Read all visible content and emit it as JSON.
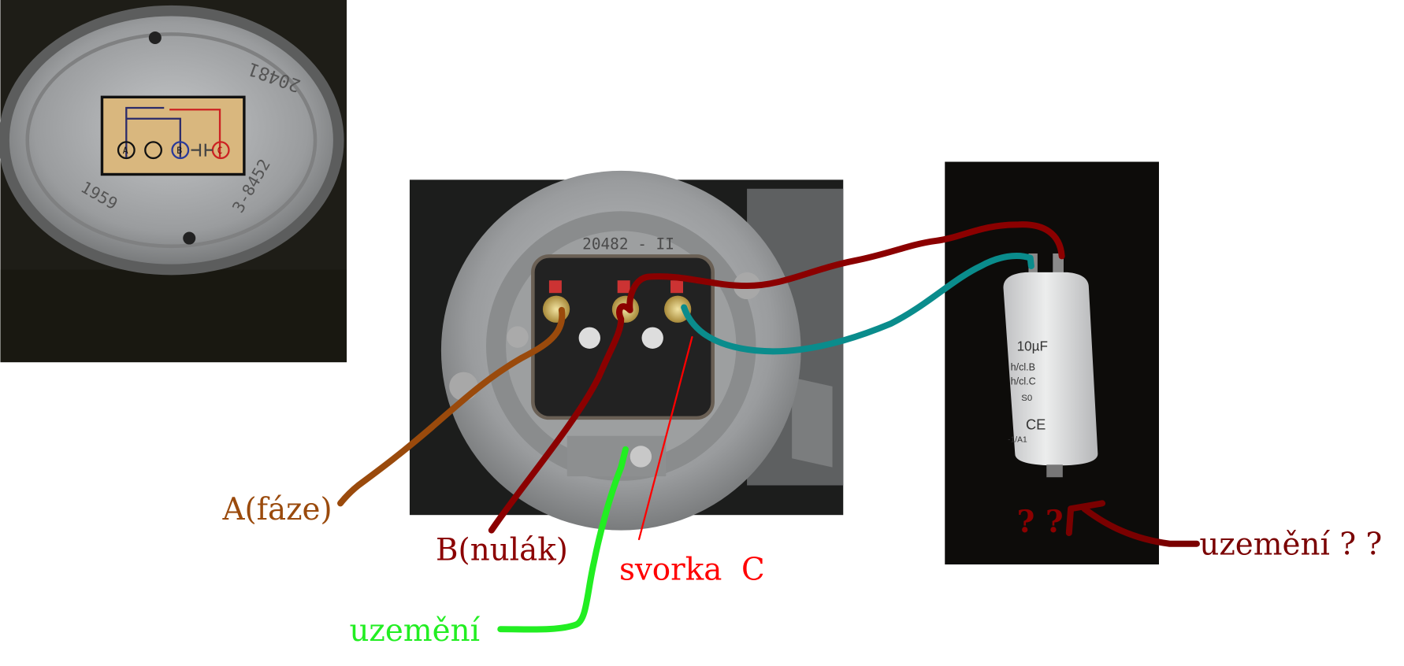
{
  "photos": {
    "cover_plate": {
      "stamp_top": "20481",
      "year": "1959",
      "stamp_bottom": "3-8452",
      "diagram_terminals": [
        "A",
        "B",
        "C"
      ]
    },
    "terminal_box": {
      "stamp": "20482 - II"
    },
    "capacitor": {
      "lines": [
        "10µF",
        "h/cl.B",
        "h/cl.C",
        "S0",
        "CE",
        "-1/A1"
      ]
    }
  },
  "labels": {
    "phase": "A(fáze)",
    "neutral": "B(nulák)",
    "terminal_c": "svorka  C",
    "ground": "uzemění",
    "cap_question": "? ?",
    "cap_ground": "uzemění ? ?"
  },
  "colors": {
    "phase": "#9a4a0c",
    "neutral": "#8b0000",
    "terminal_c": "#ff0000",
    "ground": "#22ee22",
    "cap_wire": "#0a8c8c",
    "cap_ground": "#7a0000"
  }
}
